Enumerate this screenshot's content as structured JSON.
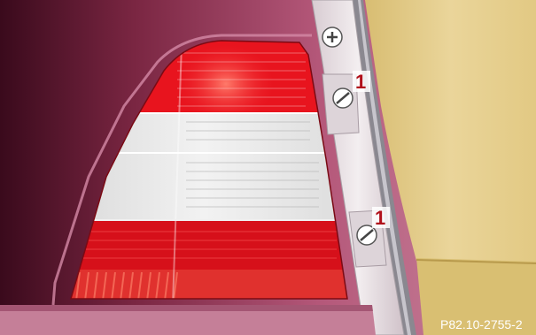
{
  "illustration": {
    "subject": "tail-lamp-screws",
    "callouts": [
      {
        "label": "1"
      },
      {
        "label": "1"
      }
    ],
    "reference_code": "P82.10-2755-2",
    "colors": {
      "body_paint": "#9c3a55",
      "body_dark": "#3a0a1c",
      "lamp_red": "#e0141c",
      "lamp_clear": "#e6e6e6",
      "trim_panel": "#e8e0e4",
      "trunk_interior": "#e5cf8a",
      "callout_red": "#b0101a"
    }
  }
}
